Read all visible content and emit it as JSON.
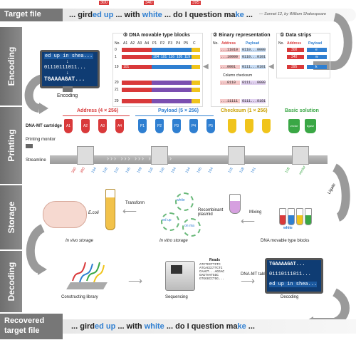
{
  "header": {
    "target_label": "Target file",
    "text_prefix": "... gird",
    "text_seg1": "ed up",
    "text_mid1": " ... with ",
    "text_seg2": "white",
    "text_mid2": " ... do I question ma",
    "text_seg3": "ke",
    "text_suffix": " ...",
    "marker1": "300",
    "marker2": "340",
    "marker3": "395",
    "source": "— Sonnet 12, by William Shakespeare"
  },
  "stages": {
    "encoding": "Encoding",
    "printing": "Printing",
    "storage": "Storage",
    "decoding": "Decoding"
  },
  "encoding": {
    "monitor_line1": "ed up in shea...",
    "monitor_line2": "01110111011...",
    "monitor_line3": "TGAAAAGAT...",
    "monitor_caption": "Encoding",
    "panel3_title": "③ DNA movable type blocks",
    "panel2_title": "② Binary representation",
    "panel1_title": "① Data strips",
    "p3_headers": [
      "No.",
      "A1",
      "A2",
      "A3",
      "A4",
      "P1",
      "P2",
      "P3",
      "P4",
      "P5",
      "C"
    ],
    "p2_headers": [
      "No.",
      "Address",
      "Payload"
    ],
    "p1_headers": [
      "No.",
      "Address",
      "Payload"
    ],
    "column_checksum": "Column checksum",
    "row_nums": [
      "0",
      "1",
      "19",
      "20",
      "21",
      "29"
    ],
    "p3_values": [
      "101",
      "32",
      "117",
      "112",
      "104",
      "101",
      "116",
      "105",
      "119",
      "101"
    ],
    "p2_addr": [
      "...11010",
      "...10000",
      "...0001",
      "...0110",
      "...11111"
    ],
    "p2_pay": [
      "0110...0000",
      "0110...0101",
      "0111...0101",
      "0111...0000",
      "0111...0101"
    ],
    "p1_addr": [
      "300",
      "340",
      "395"
    ],
    "p1_pay": [
      "e",
      "w",
      "k"
    ]
  },
  "printing": {
    "cartridge": "DNA-MT cartridge",
    "monitor": "Printing monitor",
    "streamline": "Streamline",
    "address_group": "Address (4 × 256)",
    "payload_group": "Payload (5 × 256)",
    "checksum_group": "Checksum (1 × 256)",
    "basic_group": "Basic solution",
    "address_tubes": [
      "A1",
      "A2",
      "A3",
      "A4"
    ],
    "payload_tubes": [
      "P1",
      "P2",
      "P3",
      "P4",
      "P5"
    ],
    "basic_tubes": [
      "vector",
      "ligase"
    ],
    "oligos": [
      "300",
      "300",
      "104",
      "118",
      "110",
      "105",
      "109",
      "116",
      "116",
      "104",
      "104",
      "105",
      "104",
      "115",
      "118",
      "101",
      "118",
      "vector"
    ],
    "ligate": "Ligate"
  },
  "storage": {
    "in_vivo": "In vivo storage",
    "ecoli": "E.coli",
    "transform": "Transform",
    "recombinant": "Recombinant plasmid",
    "plasmid_words": [
      "white",
      "ed up",
      "on ma"
    ],
    "in_vitro": "In vitro storage",
    "mixing": "Mixing",
    "blocks": "DNA movable type blocks",
    "white_tag": "white"
  },
  "decoding": {
    "library": "Constructing library",
    "sequencing": "Sequencing",
    "reads_title": "Reads",
    "reads": [
      "ATCTCCTTCTC",
      "ATCACCCTTCTC",
      "CAAGT...AGGAC",
      "GAGTAATGGC",
      "GTGGGCCTGG..."
    ],
    "mt_table": "DNA-MT table",
    "decode_line1": "TGAAAAGAT...",
    "decode_line2": "01110111011...",
    "decode_line3": "ed up in shea...",
    "decoding": "Decoding"
  },
  "footer": {
    "label_line1": "Recovered",
    "label_line2": "target file",
    "text_prefix": "... gird",
    "text_seg1": "ed up",
    "text_mid1": " ... with ",
    "text_seg2": "white",
    "text_mid2": " ... do I question ma",
    "text_seg3": "ke",
    "text_suffix": " ..."
  },
  "colors": {
    "red": "#d9393a",
    "blue": "#2f7fd1",
    "yellow": "#f0c41b",
    "green": "#3aa745",
    "gray": "#8a8a8a"
  }
}
